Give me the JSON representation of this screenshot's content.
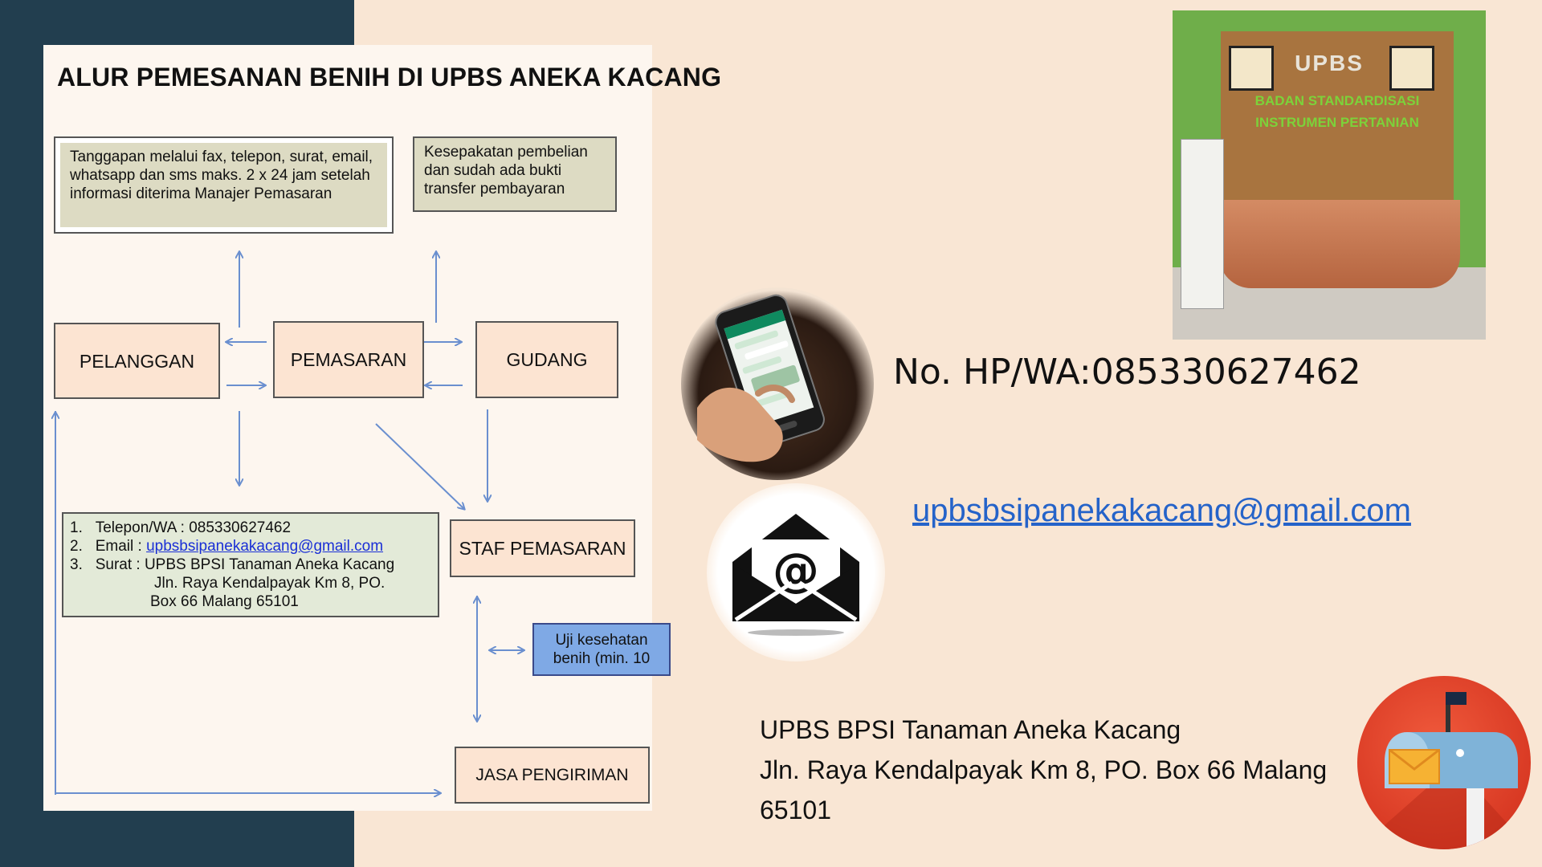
{
  "diagram": {
    "title": "ALUR PEMESANAN BENIH DI UPBS ANEKA KACANG",
    "notes": {
      "tanggapan": "Tanggapan melalui fax, telepon, surat, email, whatsapp dan sms maks. 2 x 24 jam setelah informasi diterima Manajer Pemasaran",
      "kesepakatan": "Kesepakatan pembelian dan sudah ada bukti transfer pembayaran"
    },
    "nodes": {
      "pelanggan": "PELANGGAN",
      "pemasaran": "PEMASARAN",
      "gudang": "GUDANG",
      "staf_pemasaran": "STAF PEMASARAN",
      "uji_kesehatan": "Uji kesehatan benih (min. 10",
      "jasa_pengiriman": "JASA PENGIRIMAN"
    },
    "contact_list": {
      "item1_num": "1.",
      "item1_label": "Telepon/WA : 085330627462",
      "item2_num": "2.",
      "item2_label": "Email  : ",
      "item2_link": "upbsbsipanekakacang@gmail.com",
      "item3_num": "3.",
      "item3_label": "Surat  : UPBS BPSI Tanaman Aneka Kacang",
      "item3_line2": "Jln. Raya Kendalpayak Km 8, PO.",
      "item3_line3": "Box  66 Malang 65101"
    }
  },
  "photo": {
    "sign_top": "UPBS",
    "sign_line1": "BADAN STANDARDISASI",
    "sign_line2": "INSTRUMEN PERTANIAN"
  },
  "contact": {
    "phone": "No. HP/WA:085330627462",
    "email": "upbsbsipanekakacang@gmail.com",
    "address_line1": "UPBS BPSI Tanaman Aneka Kacang",
    "address_line2": "Jln. Raya Kendalpayak Km 8, PO. Box  66 Malang",
    "address_line3": "65101"
  },
  "colors": {
    "sidebar": "#223e4f",
    "background": "#f9e6d4",
    "node_fill": "#fce4d2",
    "arrow": "#6a8fcf",
    "email_link": "#2563c9"
  },
  "icons": [
    "phone-hand-icon",
    "envelope-at-icon",
    "mailbox-icon"
  ]
}
